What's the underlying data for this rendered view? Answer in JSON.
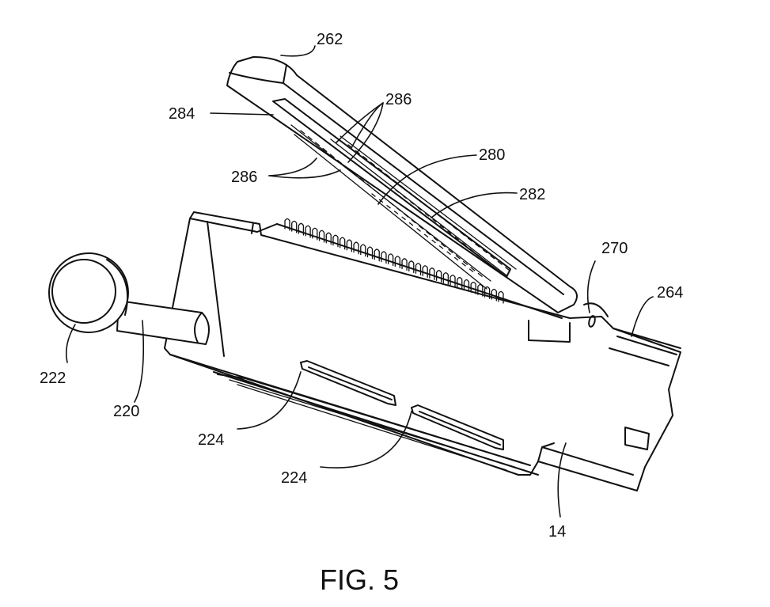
{
  "figure": {
    "caption": "FIG. 5",
    "labels": {
      "l262": "262",
      "l286a": "286",
      "l284": "284",
      "l280": "280",
      "l286b": "286",
      "l282": "282",
      "l270": "270",
      "l264": "264",
      "l222": "222",
      "l220": "220",
      "l224a": "224",
      "l224b": "224",
      "l14": "14"
    }
  }
}
